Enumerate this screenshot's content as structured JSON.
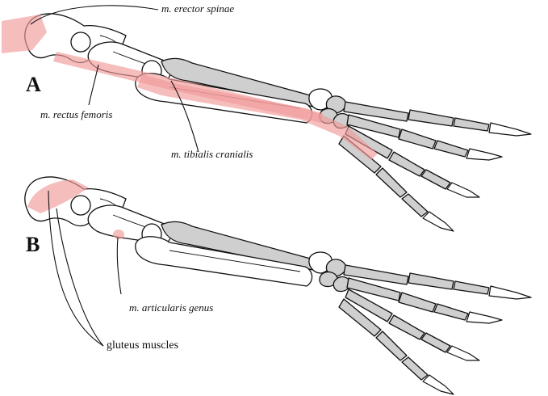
{
  "panels": [
    {
      "letter": "A",
      "labels": {
        "erector_spinae": "m. erector spinae",
        "rectus_femoris": "m. rectus femoris",
        "tibialis_cranialis": "m. tibialis cranialis"
      }
    },
    {
      "letter": "B",
      "labels": {
        "articularis_genus": "m. articularis genus",
        "gluteus": "gluteus muscles"
      }
    }
  ],
  "colors": {
    "muscle": "#f19a9a",
    "bone_fill": "#cfcfcf",
    "outline": "#111111"
  }
}
